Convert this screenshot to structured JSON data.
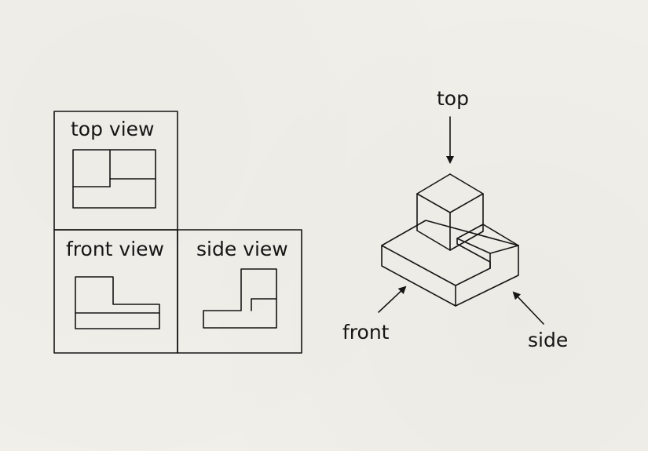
{
  "labels": {
    "top_view": "top view",
    "front_view": "front view",
    "side_view": "side view",
    "top": "top",
    "front": "front",
    "side": "side"
  },
  "colors": {
    "paper": "#f1efe9",
    "ink": "#151515"
  }
}
